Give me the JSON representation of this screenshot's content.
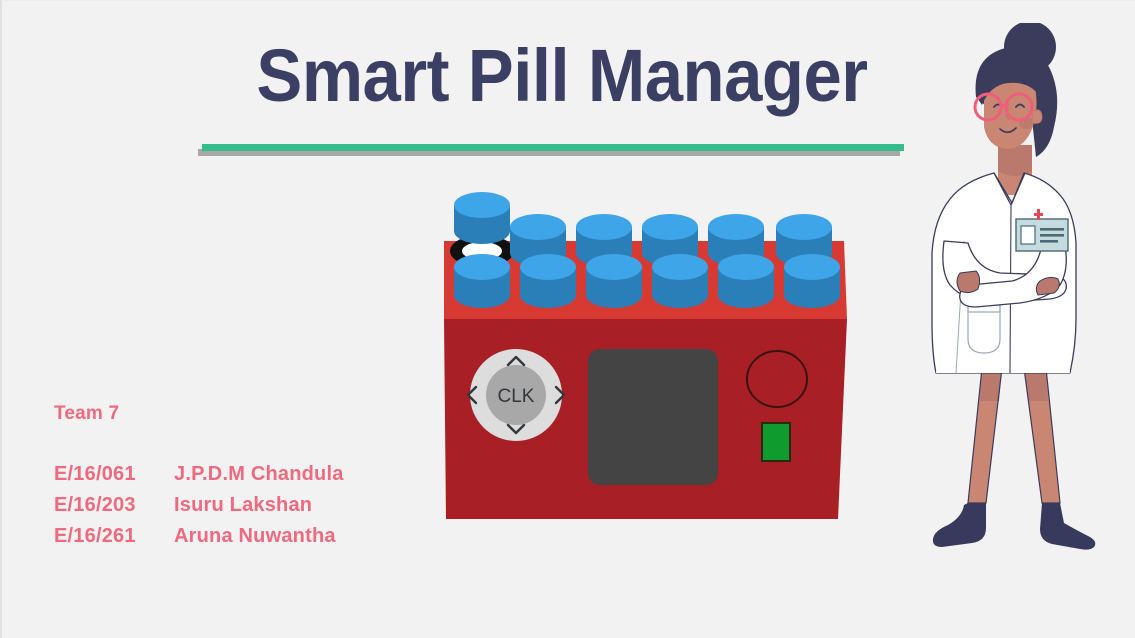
{
  "slide": {
    "background_color": "#f2f2f2",
    "title": "Smart Pill Manager",
    "title_color": "#3a3f63",
    "rule_color": "#32bd8a",
    "rule_shadow_color": "#9b9b9b"
  },
  "team": {
    "label": "Team 7",
    "text_color": "#ef6a7e",
    "members": [
      {
        "id": "E/16/061",
        "name": "J.P.D.M Chandula"
      },
      {
        "id": "E/16/203",
        "name": "Isuru Lakshan"
      },
      {
        "id": "E/16/261",
        "name": "Aruna Nuwantha"
      }
    ]
  },
  "device": {
    "name": "smart-pill-dispenser",
    "body_top_color": "#d73a33",
    "body_front_color": "#a81f26",
    "container_top_color": "#3da5e8",
    "container_side_color": "#2b7fb8",
    "screen_color": "#444444",
    "keypad_outer_color": "#dddddd",
    "keypad_inner_color": "#a8a8a8",
    "keypad_label": "CLK",
    "keypad_arrows": [
      "up-chevron",
      "right-chevron",
      "down-chevron",
      "left-chevron"
    ],
    "buzzer_color": "#3a1212",
    "indicator_color": "#109b2e",
    "pill_color": "#ffffff",
    "open_slot_color": "#111111",
    "containers_back_row": 6,
    "containers_front_row": 6,
    "lifted_container_index": 1
  },
  "doctor": {
    "name": "pharmacist-illustration",
    "hair_color": "#3b3b5c",
    "skin_color": "#c98673",
    "coat_color": "#ffffff",
    "coat_outline_color": "#3b3b5c",
    "glasses_color": "#ef5f7a",
    "shoes_color": "#373a5c",
    "badge_color": "#c6dbe0",
    "badge_cross_color": "#e4485b"
  }
}
